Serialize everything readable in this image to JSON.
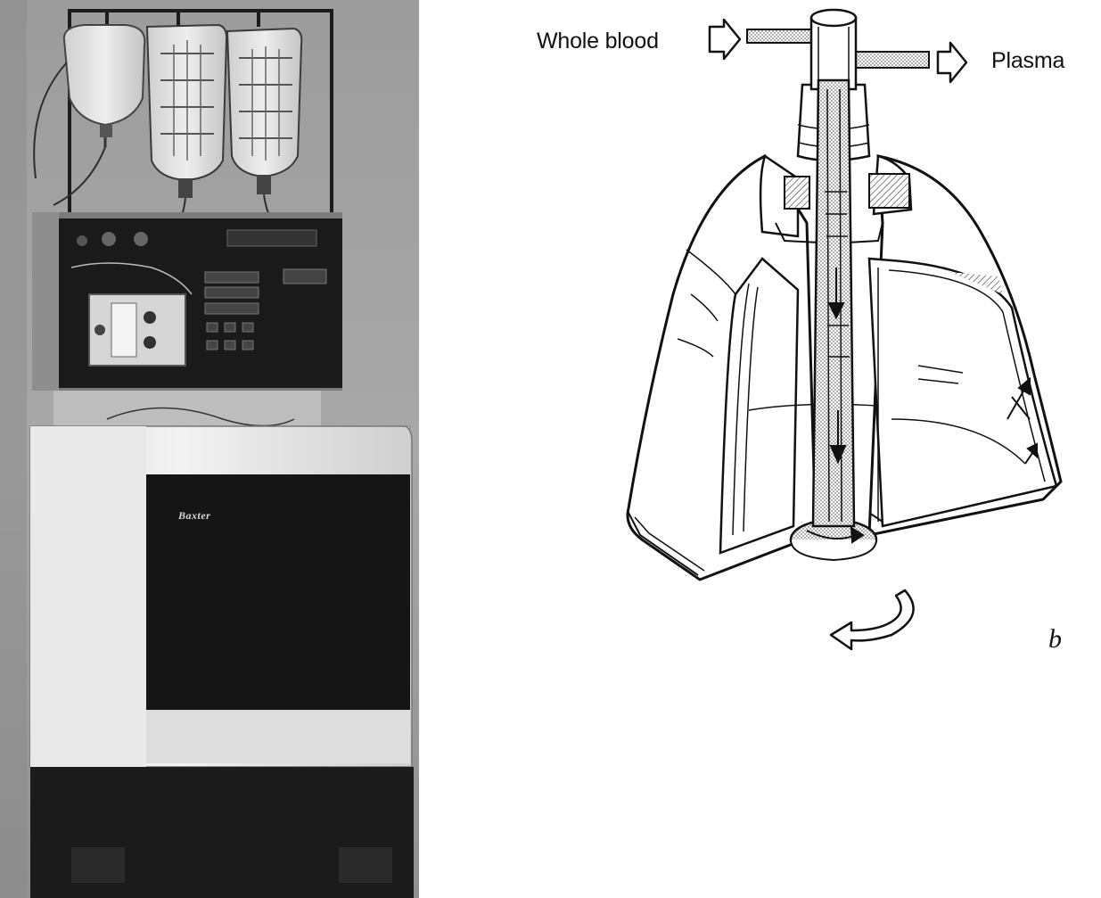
{
  "labels": {
    "inflow": "Whole blood",
    "outflow": "Plasma",
    "panel": "b"
  },
  "machine": {
    "brand": "Baxter"
  },
  "colors": {
    "ink": "#111111",
    "paper": "#ffffff",
    "stipple": "#b4b4b4",
    "panel_dark": "#1a1a1a"
  }
}
